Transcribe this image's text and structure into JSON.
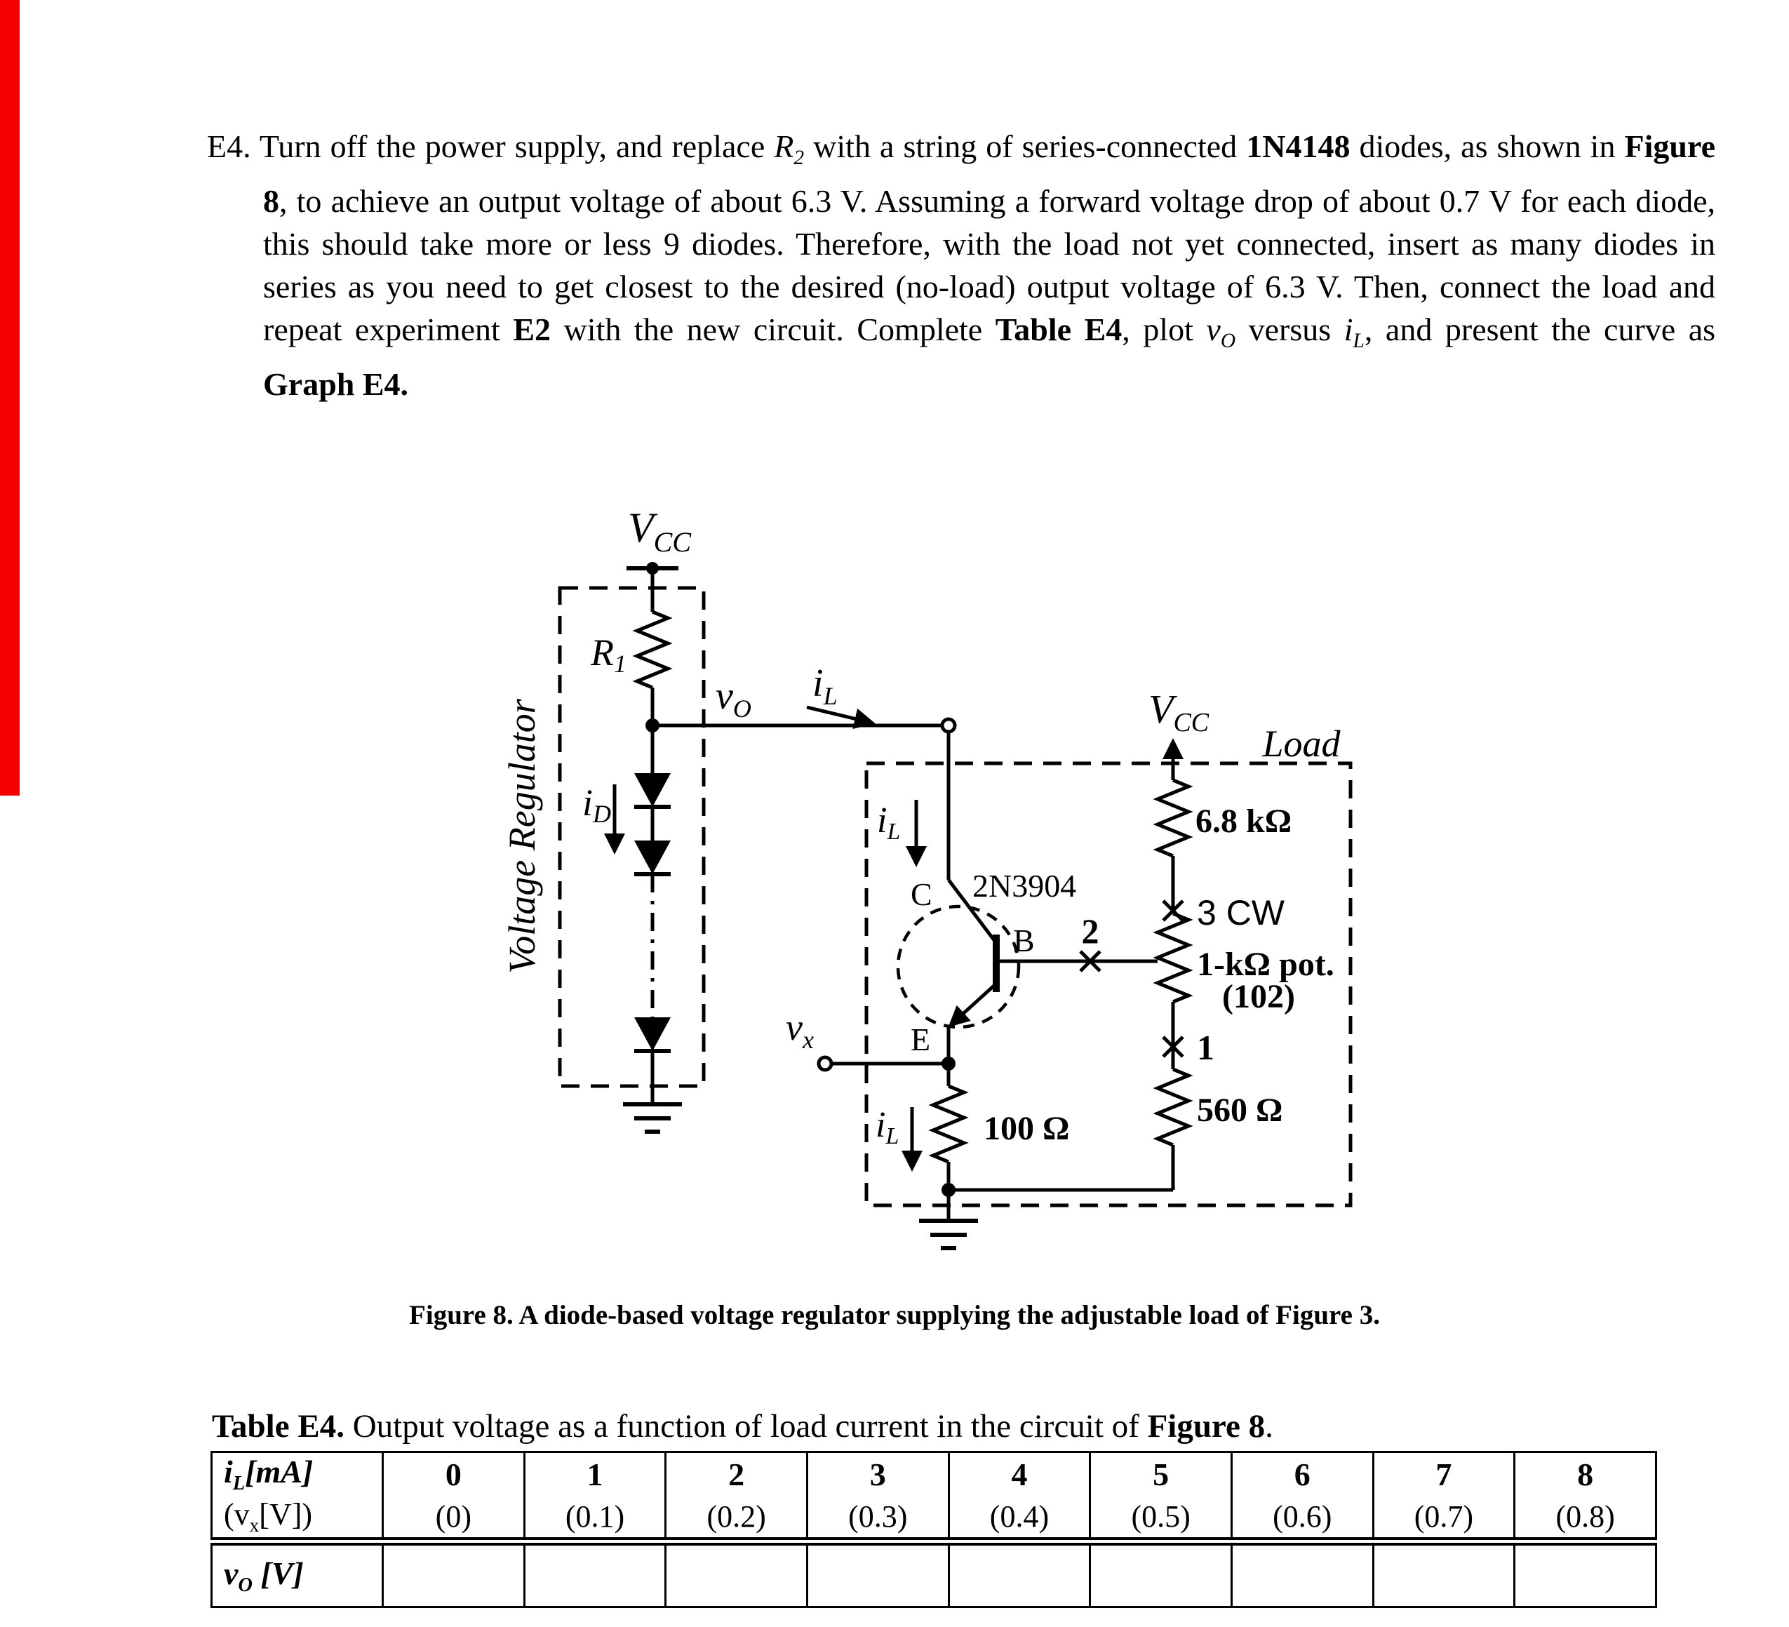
{
  "meta": {
    "red_bar_color": "#f40000"
  },
  "para": {
    "label": "E4.",
    "s1": " Turn off the power supply, and replace ",
    "r_var": "R",
    "r_sub": "2",
    "s2": " with a string of series-connected ",
    "b_1n4148": "1N4148",
    "s3": " diodes, as shown in ",
    "b_fig8": "Figure 8",
    "s4": ", to achieve an output voltage of about 6.3 V. Assuming a forward voltage drop of about 0.7 V for each diode, this should take more or less 9 diodes. Therefore, with the load not yet connected, insert as many diodes in series as you need to get closest to the desired (no-load) output voltage of 6.3 V. Then, connect the load and repeat experiment ",
    "b_e2": "E2",
    "s5": " with the new circuit. Complete ",
    "b_table": "Table E4",
    "s6": ", plot ",
    "v_var": "v",
    "v_sub": "O",
    "s7": " versus ",
    "i_var": "i",
    "i_sub": "L",
    "s8": ", and present the curve as ",
    "b_graph": "Graph E4."
  },
  "circuit": {
    "vcc": "V",
    "vcc_sub": "CC",
    "r1": "R",
    "r1_sub": "1",
    "vo": "v",
    "vo_sub": "O",
    "il": "i",
    "il_sub": "L",
    "id": "i",
    "id_sub": "D",
    "regulator": "Voltage Regulator",
    "load": "Load",
    "transistor": "2N3904",
    "term_c": "C",
    "term_b": "B",
    "term_e": "E",
    "vx": "v",
    "vx_sub": "x",
    "r100": "100 Ω",
    "r68k": "6.8 kΩ",
    "r560": "560 Ω",
    "pot_cw": "3 CW",
    "pot_t2": "2",
    "pot_t1": "1",
    "pot_name": "1-kΩ pot.",
    "pot_code": "(102)"
  },
  "figure_caption": "Figure 8. A diode-based voltage regulator supplying the adjustable load of Figure 3.",
  "table_caption": {
    "b1": "Table E4.",
    "mid": " Output voltage as a function of load current in the circuit of ",
    "b2": "Figure 8",
    "end": "."
  },
  "table": {
    "row_il": {
      "var": "i",
      "sub": "L",
      "unit": "[mA]",
      "values": [
        "0",
        "1",
        "2",
        "3",
        "4",
        "5",
        "6",
        "7",
        "8"
      ]
    },
    "row_vx": {
      "pre": "(v",
      "sub": "x",
      "post": "[V])",
      "values": [
        "(0)",
        "(0.1)",
        "(0.2)",
        "(0.3)",
        "(0.4)",
        "(0.5)",
        "(0.6)",
        "(0.7)",
        "(0.8)"
      ]
    },
    "row_vo": {
      "var": "v",
      "sub": "O",
      "unit": " [V]",
      "values": [
        "",
        "",
        "",
        "",
        "",
        "",
        "",
        "",
        ""
      ]
    }
  }
}
